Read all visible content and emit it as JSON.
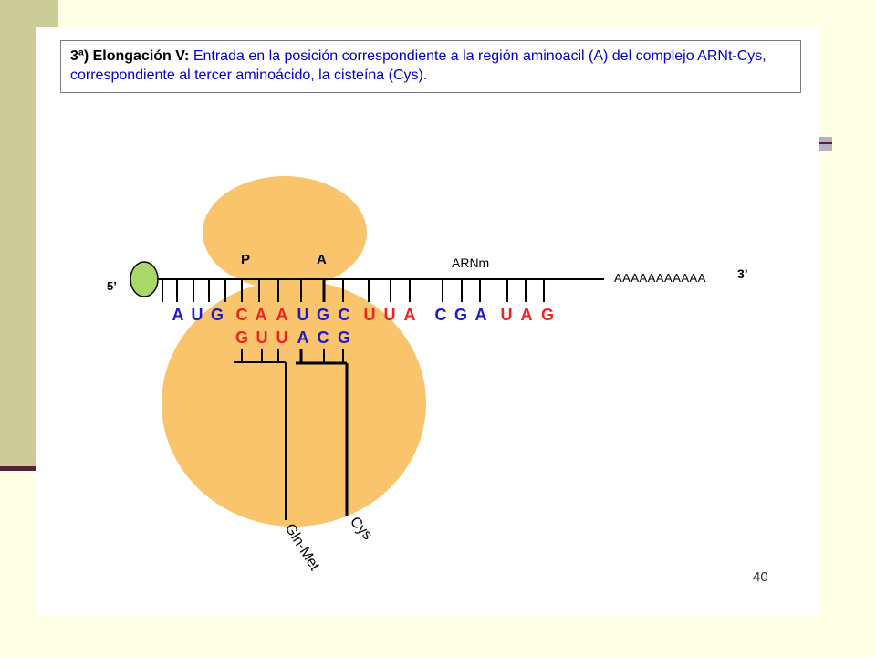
{
  "caption": {
    "heading": "3ª) Elongación V:",
    "body": " Entrada en la posición correspondiente a la región aminoacil (A) del complejo ARNt-Cys, correspondiente al tercer aminoácido, la cisteína (Cys)."
  },
  "labels": {
    "site_p": "P",
    "site_a": "A",
    "mrna": "ARNm",
    "end5": "5’",
    "end3": "3’",
    "poly_a": "AAAAAAAAAAA",
    "peptide": "Gln-Met",
    "amino_acid": "Cys",
    "page_number": "40"
  },
  "mrna_codons": [
    {
      "bases": [
        "A",
        "U",
        "G"
      ],
      "color": "blue"
    },
    {
      "bases": [
        "C",
        "A",
        "A"
      ],
      "color": "red"
    },
    {
      "bases": [
        "U",
        "G",
        "C"
      ],
      "color": "blue"
    },
    {
      "bases": [
        "U",
        "U",
        "A"
      ],
      "color": "red"
    },
    {
      "bases": [
        "C",
        "G",
        "A"
      ],
      "color": "blue"
    },
    {
      "bases": [
        "U",
        "A",
        "G"
      ],
      "color": "red"
    }
  ],
  "anticodons": [
    {
      "bases": [
        "G",
        "U",
        "U"
      ],
      "color": "red"
    },
    {
      "bases": [
        "A",
        "C",
        "G"
      ],
      "color": "blue"
    }
  ],
  "colors": {
    "ribosome": "#F9C46B",
    "cap": "#A8D86A",
    "red": "#EE2222",
    "blue": "#1A1ACC",
    "band": "#CCCC99",
    "background": "#FFFFE6"
  }
}
